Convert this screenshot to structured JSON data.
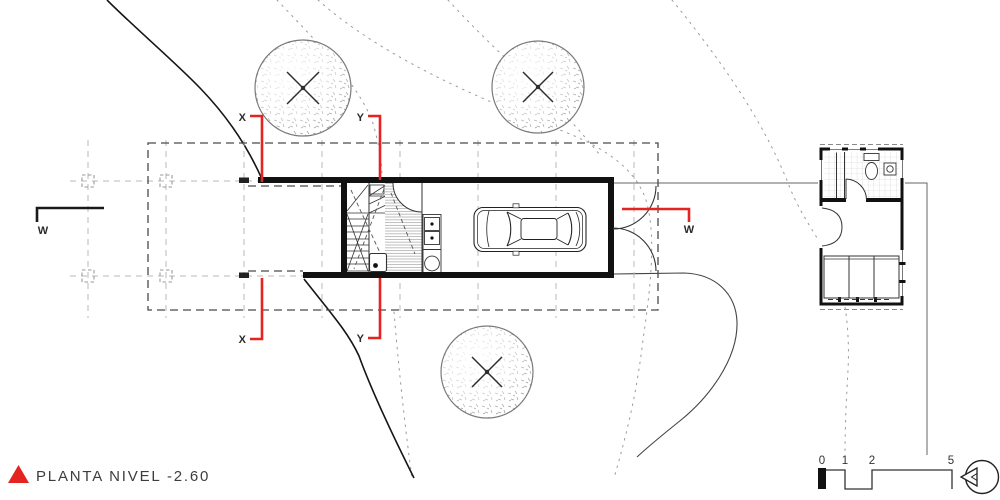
{
  "title_block": {
    "title": "PLANTA NIVEL -2.60",
    "marker_icon": "red-triangle-icon"
  },
  "section_markers": {
    "x_top": "X",
    "y_top": "Y",
    "x_bottom": "X",
    "y_bottom": "Y",
    "w_left": "W",
    "w_right": "W"
  },
  "scale_bar": {
    "ticks": [
      "0",
      "1",
      "2",
      "5"
    ]
  },
  "north_icon": "north-arrow-icon",
  "colors": {
    "section_cut_red": "#E42420",
    "drawing_ink": "#1A1A1A",
    "grid_gray": "#B8B8B8",
    "contour_gray": "#9A9A9A"
  }
}
